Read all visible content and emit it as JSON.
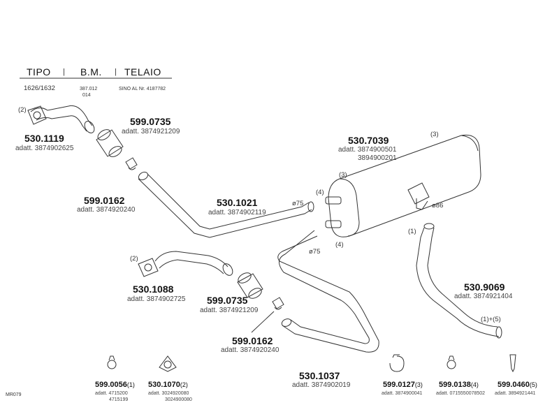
{
  "header": {
    "columns": [
      "TIPO",
      "B.M.",
      "TELAIO"
    ],
    "separator": "|",
    "tipo": "1626/1632",
    "bm_line1": "387.012",
    "bm_line2": "014",
    "telaio": "SINO AL Nr. 4187782"
  },
  "parts": {
    "p5301119": {
      "code": "530.1119",
      "adatt": "adatt. 3874902625",
      "qty": "(2)"
    },
    "p5990735a": {
      "code": "599.0735",
      "adatt": "adatt. 3874921209"
    },
    "p5990162a": {
      "code": "599.0162",
      "adatt": "adatt. 3874920240"
    },
    "p5301021": {
      "code": "530.1021",
      "adatt": "adatt. 3874902119",
      "diam": "ø75"
    },
    "p5307039": {
      "code": "530.7039",
      "adatt": "adatt. 3874900501",
      "adatt2": "3894900201",
      "diam": "ø86",
      "q3a": "(3)",
      "q3b": "(3)",
      "q4a": "(4)",
      "q4b": "(4)"
    },
    "p5301088": {
      "code": "530.1088",
      "adatt": "adatt. 3874902725",
      "qty": "(2)"
    },
    "p5990735b": {
      "code": "599.0735",
      "adatt": "adatt. 3874921209"
    },
    "p5990162b": {
      "code": "599.0162",
      "adatt": "adatt. 3874920240"
    },
    "p5301037": {
      "code": "530.1037",
      "adatt": "adatt. 3874902019",
      "diam": "ø75"
    },
    "p5309069": {
      "code": "530.9069",
      "adatt": "adatt. 3874921404",
      "qty1": "(1)",
      "qty2": "(1)+(5)"
    }
  },
  "bottom": [
    {
      "code": "599.0056",
      "qty": "(1)",
      "line1": "adatt. 4715200",
      "line2": "4715199"
    },
    {
      "code": "530.1070",
      "qty": "(2)",
      "line1": "adatt. 3024920080",
      "line2": "3024900080"
    },
    {
      "code": "599.0127",
      "qty": "(3)",
      "line1": "adatt. 3874900041",
      "line2": ""
    },
    {
      "code": "599.0138",
      "qty": "(4)",
      "line1": "adatt. 0715550078502",
      "line2": ""
    },
    {
      "code": "599.0460",
      "qty": "(5)",
      "line1": "adatt. 3894921441",
      "line2": ""
    }
  ],
  "footer_code": "MR079"
}
